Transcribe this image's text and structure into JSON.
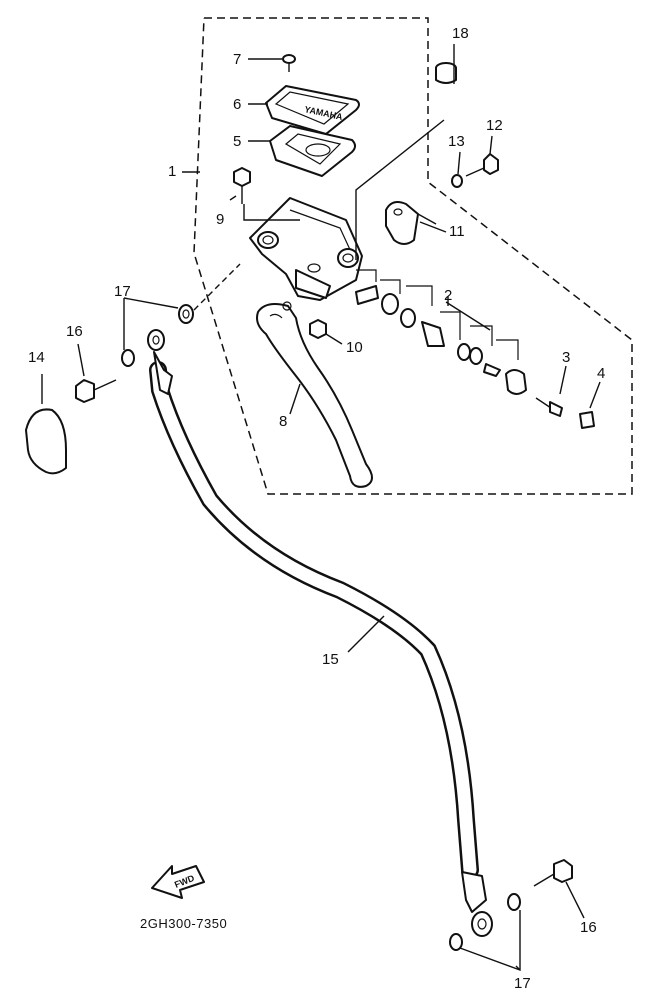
{
  "labels": {
    "p1": "1",
    "p2": "2",
    "p3": "3",
    "p4": "4",
    "p5": "5",
    "p6": "6",
    "p7": "7",
    "p8": "8",
    "p9": "9",
    "p10": "10",
    "p11": "11",
    "p12": "12",
    "p13": "13",
    "p14": "14",
    "p15": "15",
    "p16a": "16",
    "p16b": "16",
    "p17a": "17",
    "p17b": "17",
    "p18": "18"
  },
  "cover_text": "YAMAHA",
  "fwd_text": "FWD",
  "diagram_code": "2GH300-7350"
}
